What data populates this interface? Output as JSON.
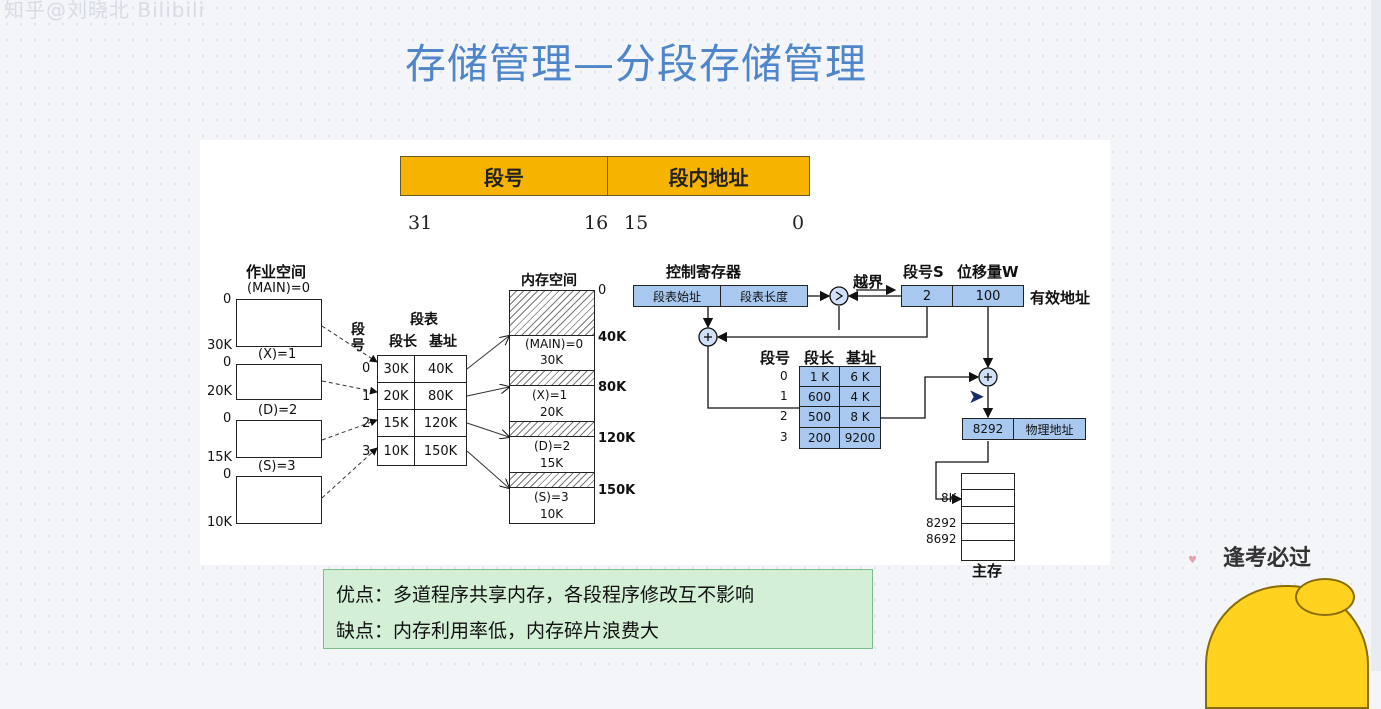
{
  "watermark": "知乎@刘晓北 Bilibili",
  "slide_title": "存储管理—分段存储管理",
  "address_format": {
    "seg_label": "段号",
    "offset_label": "段内地址",
    "bits": [
      "31",
      "16",
      "15",
      "0"
    ]
  },
  "left_diagram": {
    "job_space_title": "作业空间",
    "main_label": "(MAIN)=0",
    "segments": [
      {
        "top": "0",
        "size": "30K"
      },
      {
        "name": "(X)=1",
        "top": "0",
        "size": "20K"
      },
      {
        "name": "(D)=2",
        "top": "0",
        "size": "15K"
      },
      {
        "name": "(S)=3",
        "top": "0",
        "size": "10K"
      }
    ],
    "seg_table_title": "段表",
    "seg_no_label": "段号",
    "col_len": "段长",
    "col_base": "基址",
    "rows": [
      {
        "no": "0",
        "len": "30K",
        "base": "40K"
      },
      {
        "no": "1",
        "len": "20K",
        "base": "80K"
      },
      {
        "no": "2",
        "len": "15K",
        "base": "120K"
      },
      {
        "no": "3",
        "len": "10K",
        "base": "150K"
      }
    ],
    "mem_title": "内存空间",
    "mem_top": "0",
    "mem_blocks": [
      {
        "label": "(MAIN)=0",
        "size": "30K",
        "addr": "40K"
      },
      {
        "label": "(X)=1",
        "size": "20K",
        "addr": "80K"
      },
      {
        "label": "(D)=2",
        "size": "15K",
        "addr": "120K"
      },
      {
        "label": "(S)=3",
        "size": "10K",
        "addr": "150K"
      }
    ]
  },
  "right_diagram": {
    "ctrl_reg_title": "控制寄存器",
    "ctrl_start": "段表始址",
    "ctrl_len": "段表长度",
    "compare": ">",
    "overflow": "越界",
    "seg_s_label": "段号S",
    "offset_w_label": "位移量W",
    "seg_s_value": "2",
    "offset_w_value": "100",
    "valid_addr": "有效地址",
    "plus": "+",
    "table_head": [
      "段号",
      "段长",
      "基址"
    ],
    "table_rows": [
      {
        "no": "0",
        "len": "1 K",
        "base": "6 K"
      },
      {
        "no": "1",
        "len": "600",
        "base": "4 K"
      },
      {
        "no": "2",
        "len": "500",
        "base": "8 K"
      },
      {
        "no": "3",
        "len": "200",
        "base": "9200"
      }
    ],
    "phys_value": "8292",
    "phys_label": "物理地址",
    "mem_marks": [
      "8K",
      "8292",
      "8692"
    ],
    "main_mem": "主存"
  },
  "pros_cons": {
    "pros": "优点：多道程序共享内存，各段程序修改互不影响",
    "cons": "缺点：内存利用率低，内存碎片浪费大"
  },
  "brand": "逢考必过"
}
